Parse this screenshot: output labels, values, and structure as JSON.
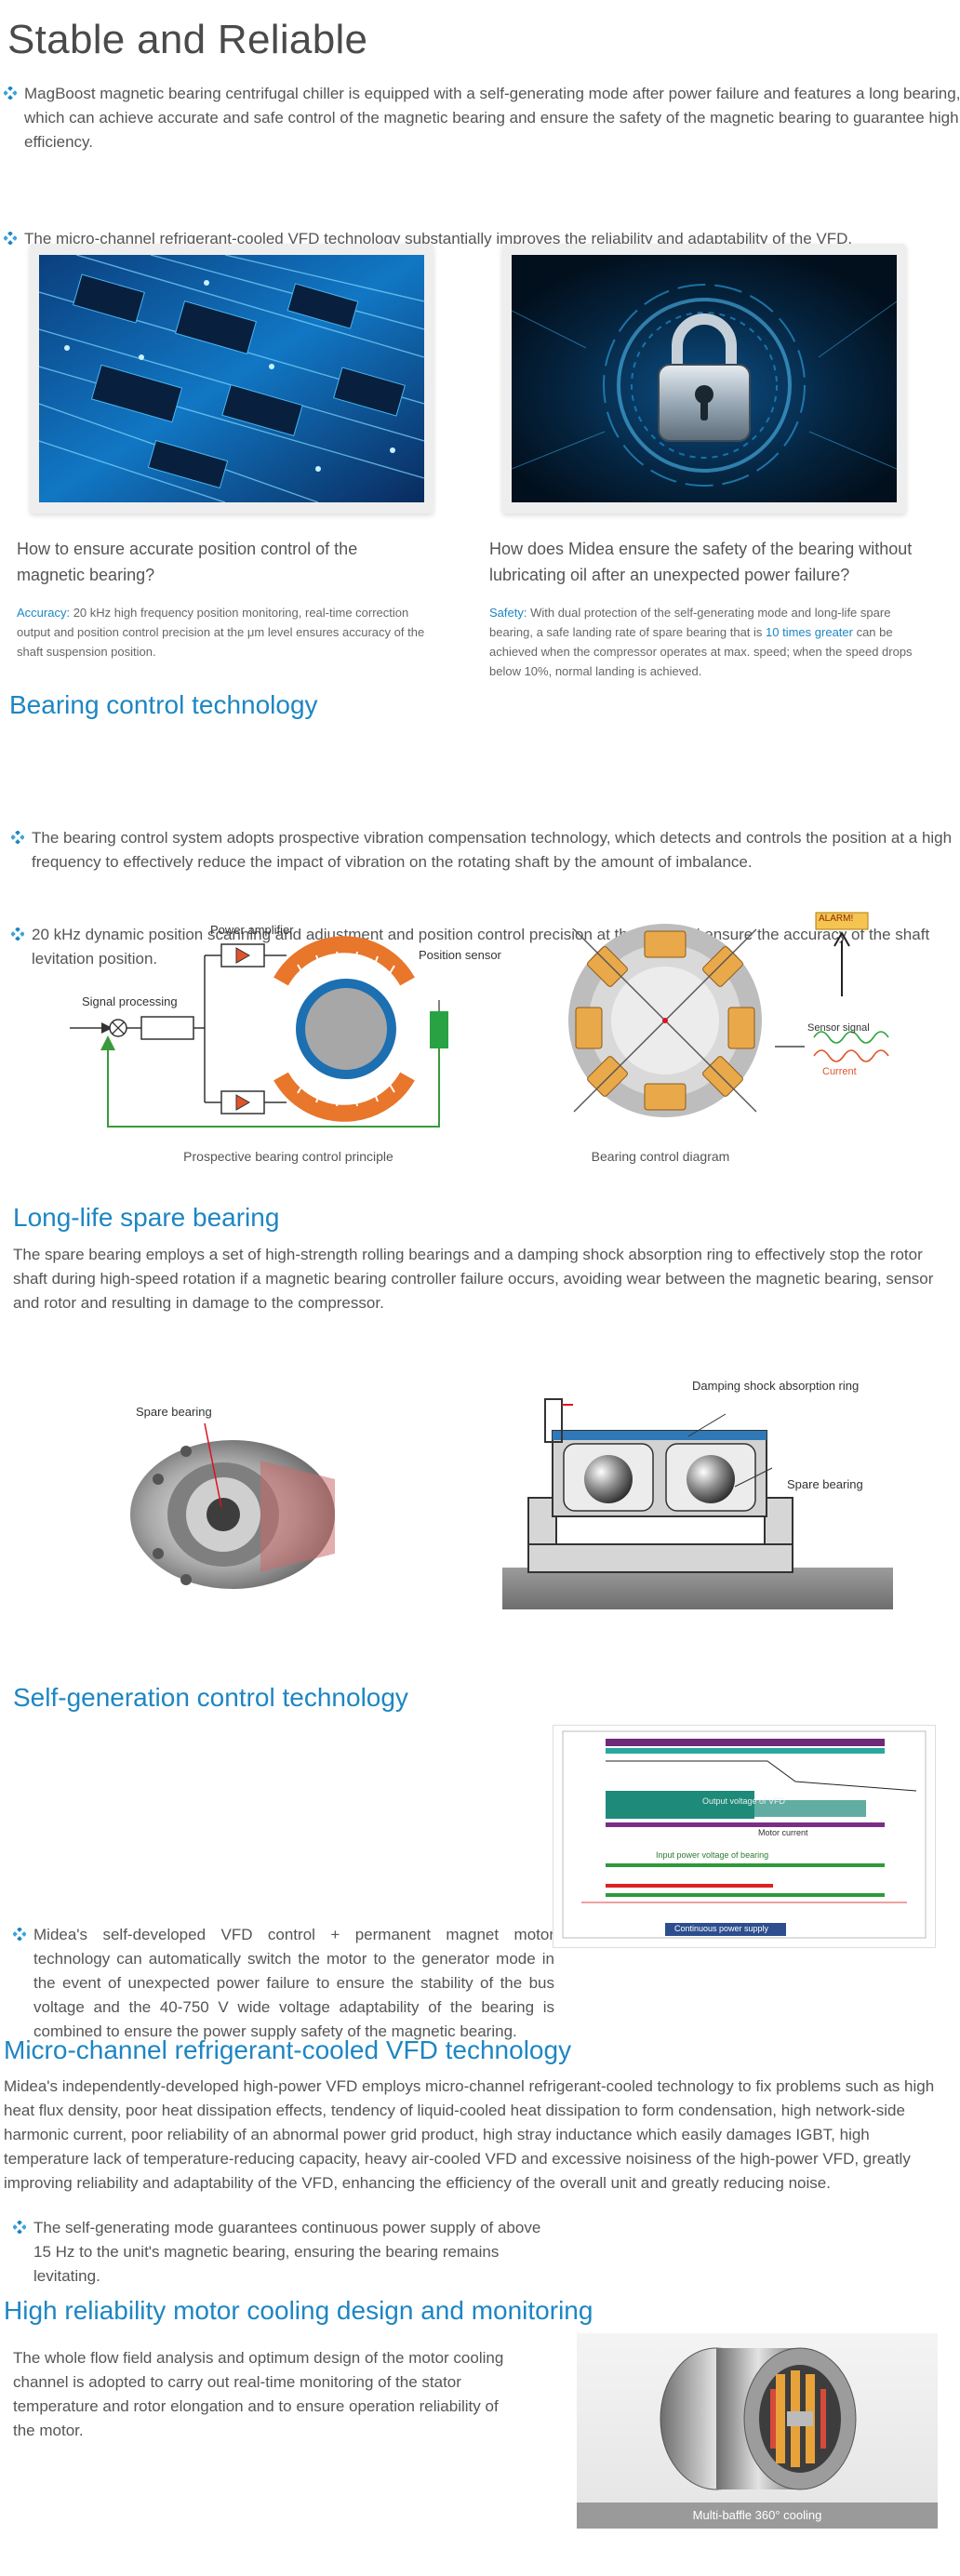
{
  "stable": {
    "title": "Stable and Reliable",
    "bullets": [
      "MagBoost magnetic bearing centrifugal chiller is equipped with a self-generating mode after power failure and features a long bearing, which can achieve accurate and safe control of the magnetic bearing and ensure the safety of the magnetic bearing to guarantee high efficiency.",
      "The micro-channel refrigerant-cooled VFD technology substantially improves the reliability and adaptability of the VFD."
    ],
    "card_left": {
      "question": "How to ensure accurate position control of the magnetic bearing?",
      "label": "Accuracy:",
      "text": " 20 kHz high frequency position monitoring, real-time correction output and position control precision at the μm level ensures accuracy of the shaft suspension position."
    },
    "card_right": {
      "question": "How does Midea ensure the safety of the bearing without lubricating oil after an unexpected power failure?",
      "label": "Safety:",
      "text_a": " With dual protection of the self-generating mode and long-life spare bearing, a safe landing rate of spare bearing that is ",
      "highlight": "10 times greater",
      "text_b": " can be achieved when the compressor operates at max. speed; when the speed drops below 10%, normal landing is achieved."
    }
  },
  "bearing_control": {
    "title": "Bearing control technology",
    "bullets": [
      "The bearing control system adopts prospective vibration compensation technology, which detects and controls the position at a high frequency to effectively reduce the impact of vibration on the rotating shaft by the amount of imbalance.",
      "20 kHz dynamic position scanning and adjustment and position control precision at the μm level ensure the accuracy of the shaft levitation position."
    ],
    "diagram_left": {
      "power_amplifier": "Power amplifier",
      "position_sensor": "Position sensor",
      "signal_processing": "Signal processing",
      "caption": "Prospective bearing control principle"
    },
    "diagram_right": {
      "alarm": "ALARM!",
      "sensor_signal": "Sensor signal",
      "current": "Current",
      "caption": "Bearing control diagram"
    }
  },
  "spare_bearing": {
    "title": "Long-life spare bearing",
    "text": "The spare bearing employs a set of high-strength rolling bearings and a damping shock absorption ring to effectively stop the rotor shaft during high-speed rotation if a magnetic bearing controller failure occurs, avoiding wear between the magnetic bearing, sensor and rotor and resulting in damage to the compressor.",
    "photo_label": "Spare bearing",
    "diagram_ring_label": "Damping shock absorption ring",
    "diagram_bearing_label": "Spare bearing"
  },
  "self_generation": {
    "title": "Self-generation control technology",
    "bullets": [
      "Midea's self-developed VFD control + permanent magnet motor technology can automatically switch the motor to the generator mode in the event of unexpected power failure to ensure the stability of the bus voltage and the 40-750 V wide voltage adaptability of the bearing is combined to ensure the power supply safety of the magnetic bearing.",
      "The self-generating mode guarantees continuous power supply of above 15 Hz to the unit's magnetic bearing, ensuring the bearing remains levitating."
    ],
    "chart": {
      "output_voltage": "Output voltage of VFD",
      "motor_current": "Motor current",
      "input_voltage": "Input power voltage of bearing",
      "continuous": "Continuous power supply"
    }
  },
  "micro_channel": {
    "title": "Micro-channel refrigerant-cooled VFD technology",
    "text": "Midea's independently-developed high-power VFD employs micro-channel refrigerant-cooled technology to fix problems such as high heat flux density, poor heat dissipation effects, tendency of liquid-cooled heat dissipation to form condensation, high network-side harmonic current, poor reliability of an abnormal power grid product, high stray inductance which easily damages IGBT, high temperature lack of temperature-reducing capacity, heavy air-cooled VFD and excessive noisiness of the high-power VFD, greatly improving reliability and adaptability of the VFD, enhancing the efficiency of the overall unit and greatly reducing noise."
  },
  "motor_cooling": {
    "title": "High reliability motor cooling design and monitoring",
    "text": "The whole flow field analysis and optimum design of the motor cooling channel is adopted to carry out real-time monitoring of the stator temperature and rotor elongation and to ensure operation reliability of the motor.",
    "image_caption": "Multi-baffle 360° cooling"
  },
  "colors": {
    "accent": "#1d86c3",
    "text": "#555555",
    "alarm": "#f5c451"
  },
  "icons": [
    "bullet-diamond-icon",
    "padlock-icon"
  ]
}
